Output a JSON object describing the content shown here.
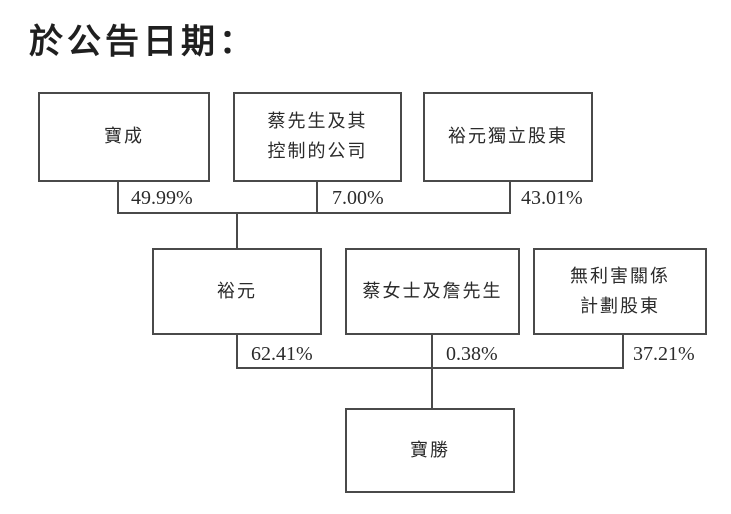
{
  "title": "於公告日期：",
  "diagram": {
    "top_row": [
      {
        "label": "寶成",
        "ownership": "49.99%"
      },
      {
        "label": "蔡先生及其\n控制的公司",
        "ownership": "7.00%"
      },
      {
        "label": "裕元獨立股東",
        "ownership": "43.01%"
      }
    ],
    "middle_row": [
      {
        "label": "裕元",
        "ownership": "62.41%"
      },
      {
        "label": "蔡女士及詹先生",
        "ownership": "0.38%"
      },
      {
        "label": "無利害關係\n計劃股東",
        "ownership": "37.21%"
      }
    ],
    "bottom": {
      "label": "寶勝"
    }
  },
  "colors": {
    "background": "#ffffff",
    "line": "#4a4a4a",
    "text": "#2b2b2b",
    "title_text": "#1f1f1f"
  }
}
